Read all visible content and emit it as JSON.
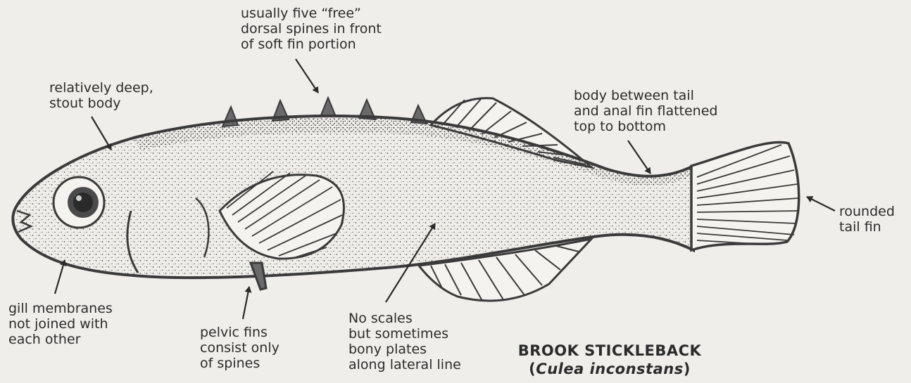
{
  "labels": {
    "dorsal_spines": [
      "usually five “free”",
      "dorsal spines in front",
      "of soft fin portion"
    ],
    "body_depth": [
      "relatively deep,",
      "stout body"
    ],
    "caudal_peduncle": [
      "body between tail",
      "and anal fin flattened",
      "top to bottom"
    ],
    "tail_fin": [
      "rounded",
      "tail fin"
    ],
    "gill_membranes": [
      "gill membranes",
      "not joined with",
      "each other"
    ],
    "pelvic_fins": [
      "pelvic fins",
      "consist only",
      "of spines"
    ],
    "scales": [
      "No scales",
      "but sometimes",
      "bony plates",
      "along lateral line"
    ]
  },
  "title": {
    "common": "BROOK STICKLEBACK",
    "open_paren": "(",
    "scientific": "Culea inconstans",
    "close_paren": ")"
  },
  "colors": {
    "background": "#efeeea",
    "ink": "#3a3a3a",
    "stipple": "#555555"
  }
}
